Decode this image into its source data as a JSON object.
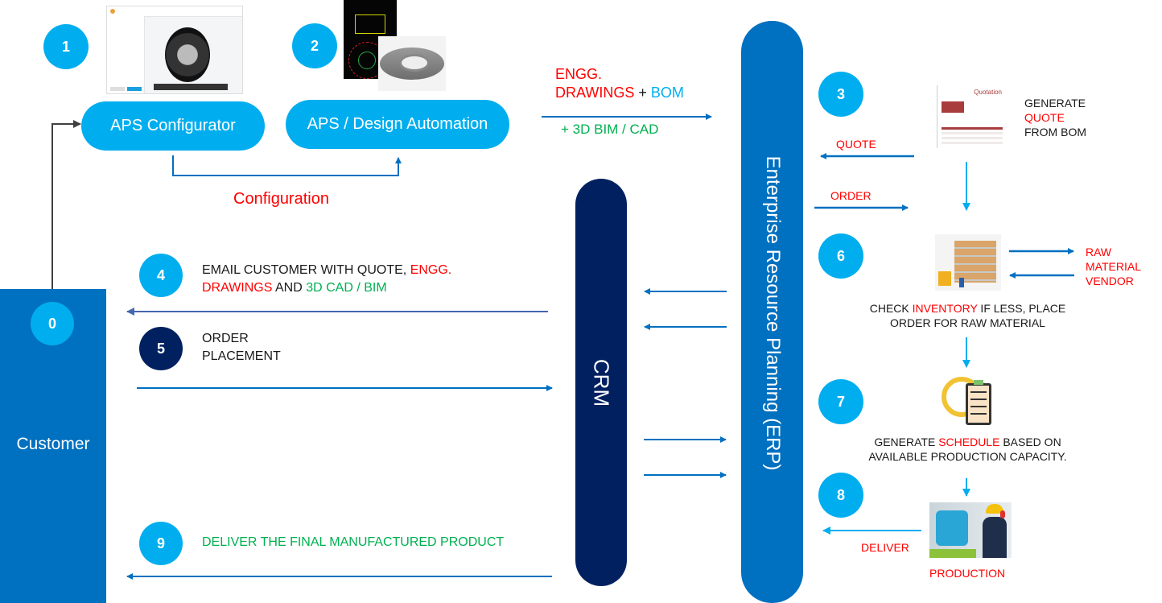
{
  "steps": {
    "s0": "0",
    "s1": "1",
    "s2": "2",
    "s3": "3",
    "s4": "4",
    "s5": "5",
    "s6": "6",
    "s7": "7",
    "s8": "8",
    "s9": "9"
  },
  "systems": {
    "customer": "Customer",
    "aps_configurator": "APS Configurator",
    "aps_design_automation": "APS / Design Automation",
    "crm": "CRM",
    "erp": "Enterprise Resource Planning (ERP)"
  },
  "labels": {
    "configuration": "Configuration",
    "engg_line1": "ENGG.",
    "engg_line2": "DRAWINGS",
    "plus": " + ",
    "bom": "BOM",
    "bim_cad": "+ 3D BIM / CAD",
    "quote_arrow": "QUOTE",
    "order_arrow": "ORDER",
    "generate": "GENERATE",
    "quote": "QUOTE",
    "from_bom": "FROM BOM",
    "raw": "RAW",
    "material": "MATERIAL",
    "vendor": "VENDOR",
    "check": "CHECK ",
    "inventory": "INVENTORY",
    "check_rest": " IF  LESS, PLACE",
    "check_line2": "ORDER FOR RAW MATERIAL",
    "gen_sched": "GENERATE ",
    "schedule": "SCHEDULE",
    "sched_rest": " BASED ON",
    "sched_line2": "AVAILABLE  PRODUCTION CAPACITY.",
    "deliver_arrow": "DELIVER",
    "production": "PRODUCTION",
    "email_part1": "EMAIL CUSTOMER WITH QUOTE, ",
    "email_engg": "ENGG.",
    "email_drawings": "DRAWINGS",
    "email_and": " AND ",
    "email_cad": "3D CAD / BIM",
    "order_line1": "ORDER",
    "order_line2": "PLACEMENT",
    "deliver_final": "DELIVER THE FINAL MANUFACTURED PRODUCT"
  },
  "images": {
    "configurator_screenshot": "Wheel configurator screenshot",
    "cad_drawing": "Flange CAD drawing and 3D model",
    "quotation_doc": "Quotation",
    "warehouse": "Warehouse inventory illustration",
    "schedule_icon": "Production schedule icon",
    "production_photo": "Production engineer photo"
  },
  "colors": {
    "cyan": "#00aeef",
    "erp_blue": "#0070c0",
    "crm_navy": "#002060",
    "red": "#ff0000",
    "green": "#00b050",
    "arrow": "#0070c0"
  }
}
